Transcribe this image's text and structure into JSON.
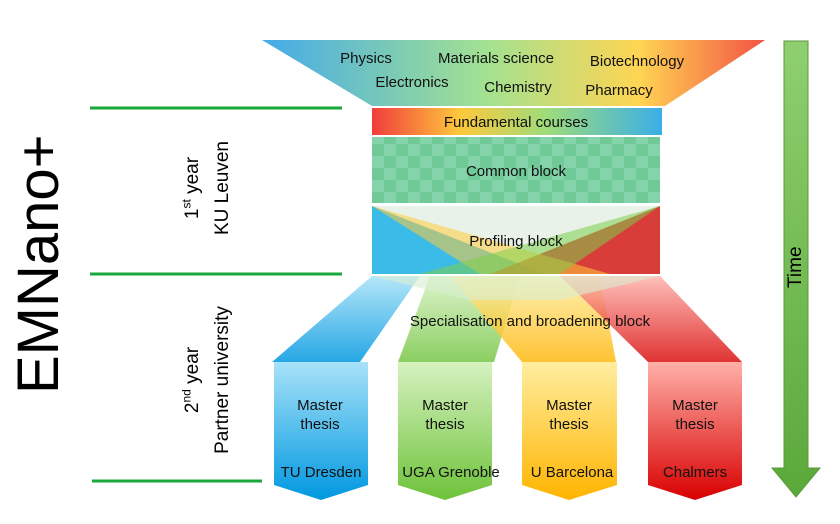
{
  "title": "EMNano+",
  "time_label": "Time",
  "year1": {
    "ordinal": "1",
    "suffix": "st",
    "word": "year",
    "place": "KU Leuven"
  },
  "year2": {
    "ordinal": "2",
    "suffix": "nd",
    "word": "year",
    "place": "Partner university"
  },
  "disciplines": [
    "Physics",
    "Materials science",
    "Biotechnology",
    "Electronics",
    "Chemistry",
    "Pharmacy"
  ],
  "blocks": {
    "fundamental": "Fundamental courses",
    "common": "Common block",
    "profiling": "Profiling block",
    "specialisation": "Specialisation and broadening block"
  },
  "thesis": {
    "line1": "Master",
    "line2": "thesis"
  },
  "universities": [
    "TU Dresden",
    "UGA Grenoble",
    "U Barcelona",
    "Chalmers"
  ],
  "colors": {
    "blue": "#00a9e8",
    "green": "#8fd14f",
    "yellow": "#ffc000",
    "red": "#e00000",
    "separator": "#1aa83c",
    "time_arrow": "#7fbf5f",
    "common": "#5cc28a"
  }
}
